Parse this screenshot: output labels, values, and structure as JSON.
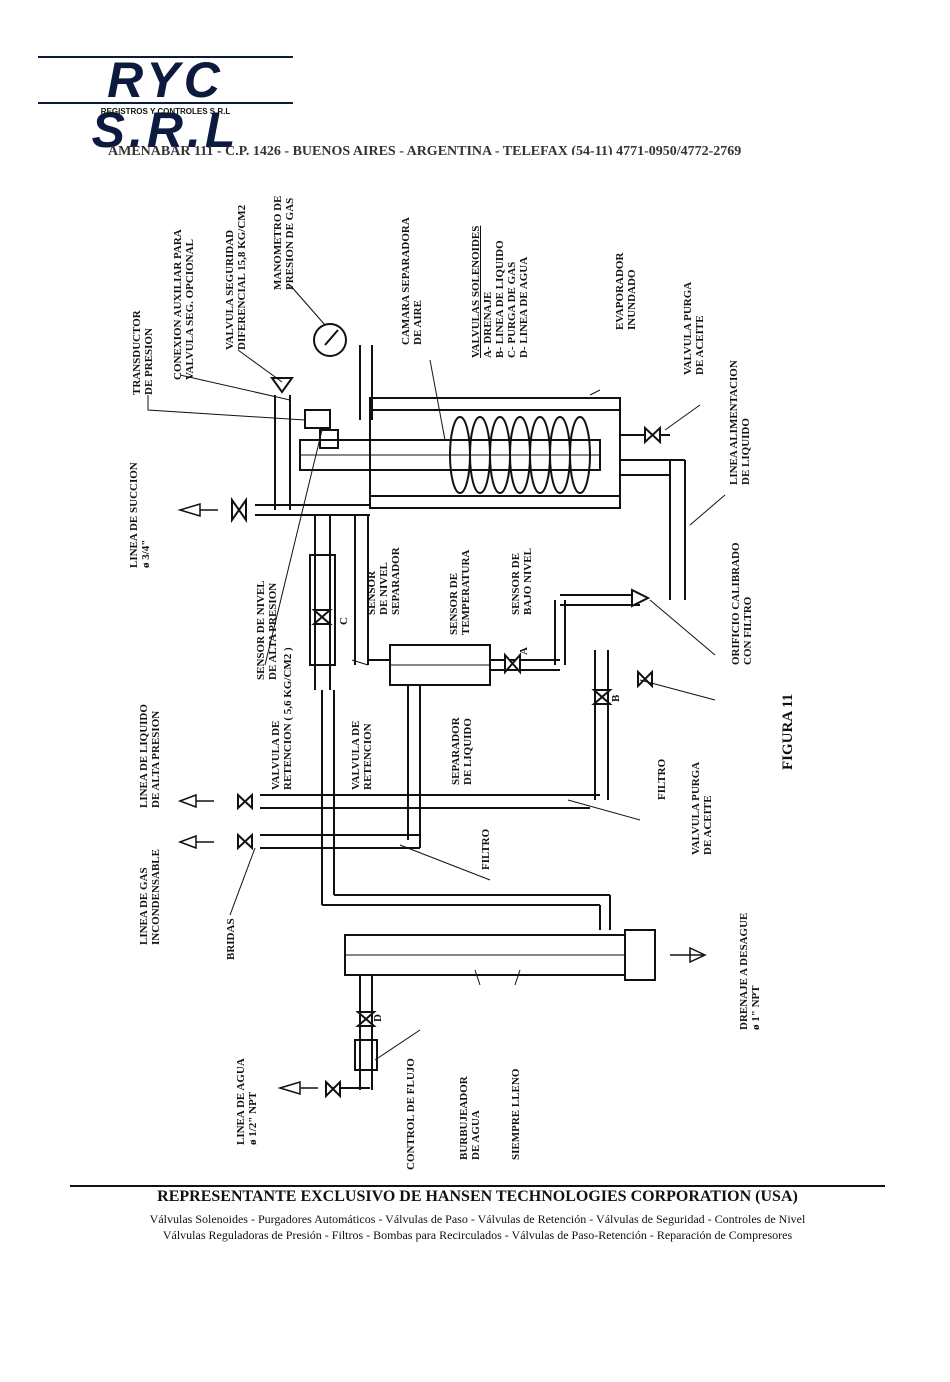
{
  "header": {
    "logo_text": "RYC S.R.L",
    "logo_subtitle": "REGISTROS Y CONTROLES S.R.L",
    "address_line": "AMENABAR 111 - C.P. 1426 - BUENOS AIRES - ARGENTINA - TELEFAX (54-11) 4771-0950/4772-2769"
  },
  "labels": {
    "transductor": [
      "TRANSDUCTOR",
      "DE PRESION"
    ],
    "conexion": [
      "CONEXION AUXILIAR PARA",
      "VALVULA SEG. OPCIONAL"
    ],
    "valvula_seguridad": [
      "VALVULA SEGURIDAD",
      "DIFERENCIAL 15,8 KG/CM2"
    ],
    "manometro": [
      "MANOMETRO DE",
      "PRESION DE GAS"
    ],
    "camara": [
      "CAMARA SEPARADORA",
      "DE AIRE"
    ],
    "solenoides": [
      "VALVULAS SOLENOIDES",
      "A- DRENAJE",
      "B- LINEA DE LIQUIDO",
      "C- PURGA DE GAS",
      "D- LINEA DE AGUA"
    ],
    "evaporador": [
      "EVAPORADOR",
      "INUNDADO"
    ],
    "purga_aceite_top": [
      "VALVULA PURGA",
      "DE ACEITE"
    ],
    "linea_alimentacion": [
      "LINEA ALIMENTACION",
      "DE LIQUIDO"
    ],
    "linea_succion": [
      "LINEA DE SUCCION",
      "ø 3/4\""
    ],
    "sensor_nivel_alta": [
      "SENSOR DE NIVEL",
      "DE ALTA PRESION"
    ],
    "sensor_nivel_separador": [
      "SENSOR",
      "DE NIVEL",
      "SEPARADOR"
    ],
    "sensor_temperatura": [
      "SENSOR DE",
      "TEMPERATURA"
    ],
    "sensor_bajo_nivel": [
      "SENSOR DE",
      "BAJO NIVEL"
    ],
    "orificio": [
      "ORIFICIO CALIBRADO",
      "CON FILTRO"
    ],
    "figura": "FIGURA 11",
    "linea_liquido_alta": [
      "LINEA DE LIQUIDO",
      "DE ALTA PRESION"
    ],
    "valvula_retencion_kg": [
      "VALVULA DE",
      "RETENCION ( 5,6 KG/CM2 )"
    ],
    "valvula_retencion": [
      "VALVULA DE",
      "RETENCION"
    ],
    "separador_liquido": [
      "SEPARADOR",
      "DE LIQUIDO"
    ],
    "filtro_right": "FILTRO",
    "valvula_purga_aceite": [
      "VALVULA PURGA",
      "DE ACEITE"
    ],
    "linea_gas": [
      "LINEA DE GAS",
      "INCONDENSABLE"
    ],
    "filtro_mid": "FILTRO",
    "bridas": "BRIDAS",
    "drenaje": [
      "DRENAJE A DESAGUE",
      "ø 1\" NPT"
    ],
    "linea_agua": [
      "LINEA DE AGUA",
      "ø 1/2\" NPT"
    ],
    "control_flujo": "CONTROL DE FLUJO",
    "burbujeador": [
      "BURBUJEADOR",
      "DE AGUA"
    ],
    "siempre_lleno": "SIEMPRE LLENO",
    "letter_a": "A",
    "letter_b": "B",
    "letter_c": "C",
    "letter_d": "D"
  },
  "footer": {
    "title": "REPRESENTANTE EXCLUSIVO DE HANSEN TECHNOLOGIES CORPORATION (USA)",
    "line1": "Válvulas Solenoides - Purgadores Automáticos - Válvulas de Paso - Válvulas de Retención - Válvulas de Seguridad - Controles de Nivel",
    "line2": "Válvulas Reguladoras de Presión - Filtros -  Bombas para Recirculados - Válvulas de Paso-Retención - Reparación de Compresores"
  }
}
